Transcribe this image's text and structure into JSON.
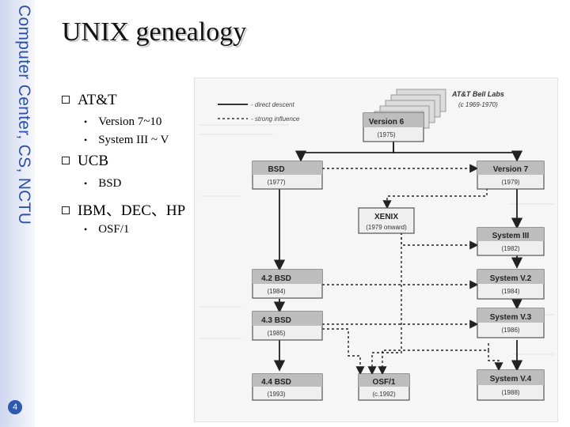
{
  "sidebar": {
    "title": "Computer Center, CS, NCTU",
    "page_number": "4"
  },
  "slide": {
    "title": "UNIX genealogy",
    "bullets": [
      {
        "text": "AT&T",
        "sub": [
          "Version 7~10",
          "System III ~ V"
        ]
      },
      {
        "text": "UCB",
        "sub": [
          "BSD"
        ]
      },
      {
        "text": "IBM、DEC、HP",
        "sub": [
          "OSF/1"
        ]
      }
    ]
  },
  "diagram": {
    "legend": {
      "direct": "- direct descent",
      "strong": "- strong influence"
    },
    "header": {
      "title": "AT&T Bell Labs",
      "years": "(c 1969-1970)"
    },
    "nodes": {
      "version6": {
        "name": "Version 6",
        "year": "(1975)"
      },
      "bsd": {
        "name": "BSD",
        "year": "(1977)"
      },
      "version7": {
        "name": "Version 7",
        "year": "(1979)"
      },
      "xenix": {
        "name": "XENIX",
        "year": "(1979 onward)"
      },
      "system3": {
        "name": "System III",
        "year": "(1982)"
      },
      "bsd42": {
        "name": "4.2 BSD",
        "year": "(1984)"
      },
      "systemv2": {
        "name": "System V.2",
        "year": "(1984)"
      },
      "bsd43": {
        "name": "4.3 BSD",
        "year": "(1985)"
      },
      "systemv3": {
        "name": "System V.3",
        "year": "(1986)"
      },
      "bsd44": {
        "name": "4.4 BSD",
        "year": "(1993)"
      },
      "osf1": {
        "name": "OSF/1",
        "year": "(c.1992)"
      },
      "systemv4": {
        "name": "System V.4",
        "year": "(1988)"
      }
    }
  }
}
